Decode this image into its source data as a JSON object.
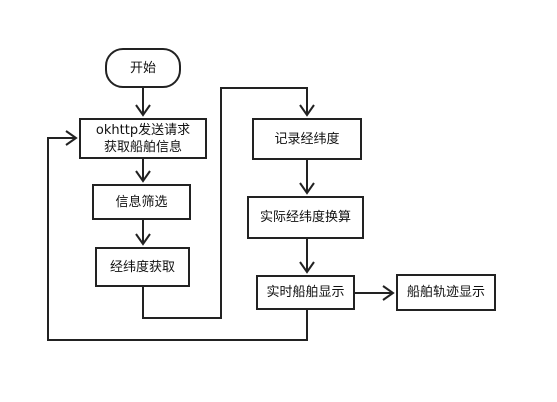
{
  "flowchart": {
    "nodes": {
      "start": {
        "label": "开始",
        "shape": "terminal"
      },
      "request": {
        "label": "okhttp发送请求\n获取船舶信息",
        "shape": "process"
      },
      "filter": {
        "label": "信息筛选",
        "shape": "process"
      },
      "get": {
        "label": "经纬度获取",
        "shape": "process"
      },
      "record": {
        "label": "记录经纬度",
        "shape": "process"
      },
      "convert": {
        "label": "实际经纬度换算",
        "shape": "process"
      },
      "display": {
        "label": "实时船舶显示",
        "shape": "process"
      },
      "track": {
        "label": "船舶轨迹显示",
        "shape": "process"
      }
    },
    "edges": [
      {
        "from": "start",
        "to": "request"
      },
      {
        "from": "request",
        "to": "filter"
      },
      {
        "from": "filter",
        "to": "get"
      },
      {
        "from": "get",
        "to": "record"
      },
      {
        "from": "record",
        "to": "convert"
      },
      {
        "from": "convert",
        "to": "display"
      },
      {
        "from": "display",
        "to": "track"
      },
      {
        "from": "display",
        "to": "request"
      }
    ],
    "colors": {
      "stroke": "#222222",
      "background": "#ffffff",
      "text": "#111111"
    }
  }
}
